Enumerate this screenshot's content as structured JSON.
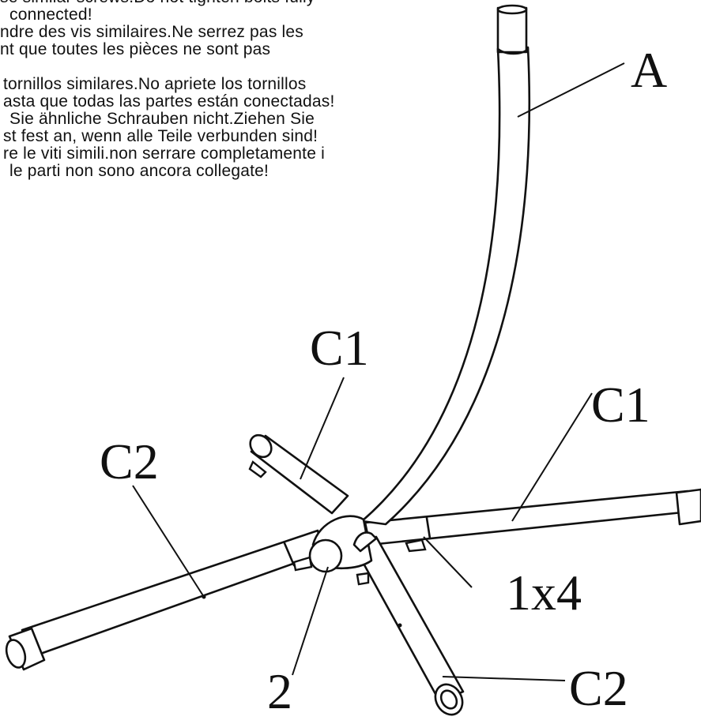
{
  "instructions": [
    "se similar screws.Do not tighten bolts fully",
    "connected!",
    "ndre des vis similaires.Ne serrez pas les",
    "nt que toutes les pièces ne sont pas",
    "",
    "tornillos similares.No apriete los tornillos",
    "asta que todas las partes están conectadas!",
    "Sie ähnliche Schrauben nicht.Ziehen Sie",
    "st fest an, wenn alle Teile verbunden sind!",
    "re le viti simili.non serrare completamente i",
    "le parti non sono ancora collegate!"
  ],
  "labels": {
    "pole": "A",
    "leg_back_left": "C1",
    "leg_back_right": "C1",
    "leg_front_left": "C2",
    "leg_front_right": "C2",
    "hub": "2",
    "screws": "1x4"
  }
}
